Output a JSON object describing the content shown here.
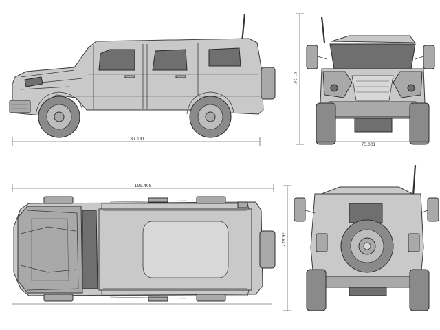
{
  "dimensions": {
    "side_length": "187.181",
    "side_height": "91.281",
    "front_width": "73.001",
    "top_length": "199.498",
    "rear_width": "76.617"
  },
  "colors": {
    "vehicle_body": "#c9c9c9",
    "outline": "#3a3a3a",
    "window": "#6f6f6f",
    "background": "#ffffff"
  }
}
